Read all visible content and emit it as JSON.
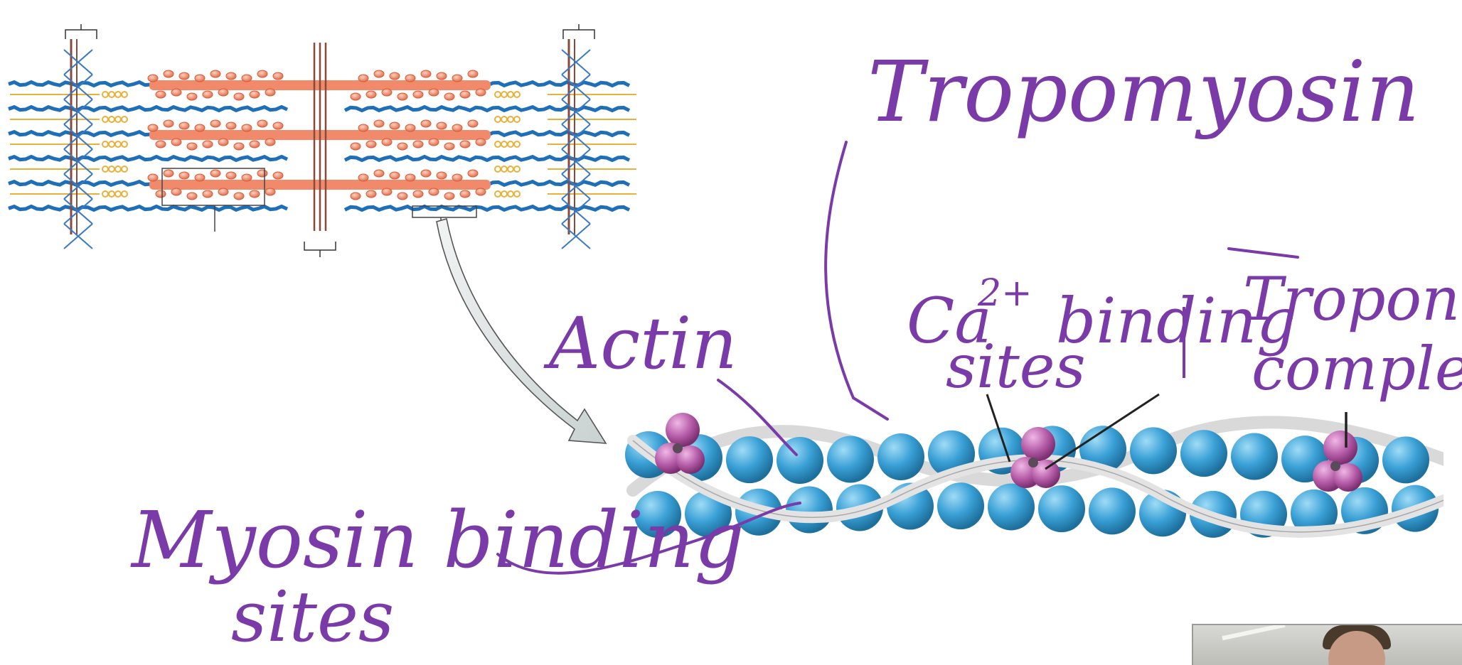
{
  "labels": {
    "tropomyosin": "Tropomyosin",
    "actin": "Actin",
    "ca_sites_line1": "Ca",
    "ca_superscript": "2+",
    "ca_sites_line1b": "binding",
    "ca_sites_line2": "sites",
    "troponin_line1": "Troponin",
    "troponin_line2": "complex",
    "myosin_line1": "Myosin binding",
    "myosin_line2": "sites"
  },
  "colors": {
    "ink": "#7a3aa8",
    "actin_bead": "#3aa0d6",
    "troponin": "#b35aa6",
    "tropomyosin": "#d9d9d9",
    "myosin": "#f08a6a",
    "zdisc": "#8a4a3a",
    "titin": "#e8b23a"
  },
  "icons": {
    "webcam": "webcam-video-icon"
  }
}
